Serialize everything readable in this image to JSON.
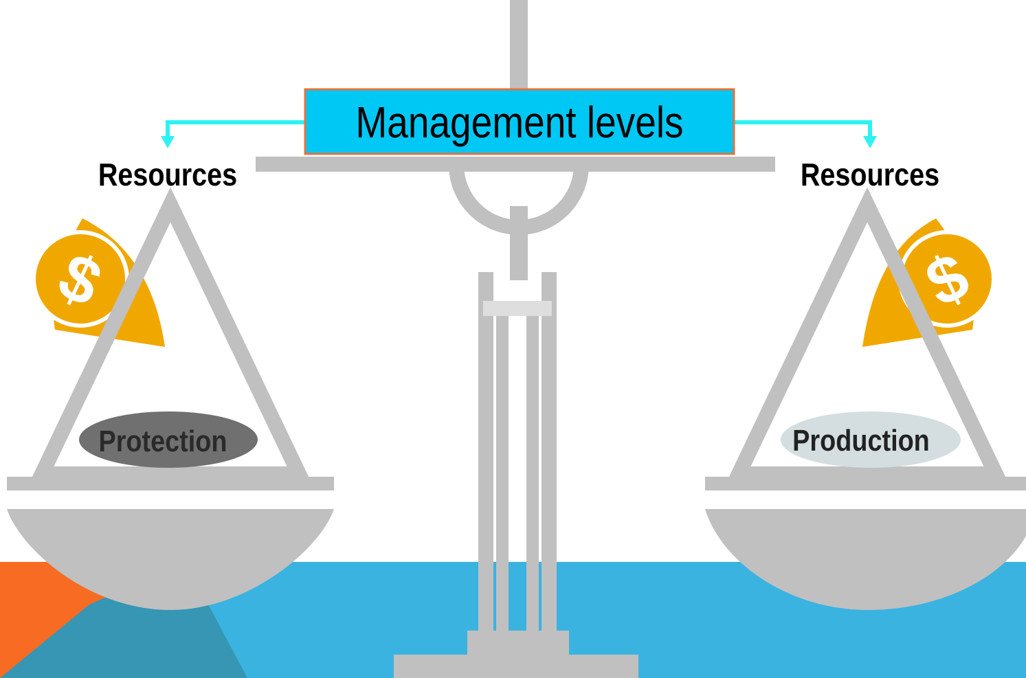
{
  "title": "Management levels",
  "left_pan": {
    "heading": "Resources",
    "label": "Protection"
  },
  "right_pan": {
    "heading": "Resources",
    "label": "Production"
  },
  "icons": {
    "left_bag": "money-bag-icon",
    "right_bag": "money-bag-icon",
    "coin_symbol": "$"
  },
  "colors": {
    "title_fill": "#00c8f5",
    "title_border": "#e8713a",
    "arrow": "#2ef2f2",
    "scale_gray": "#c0c0c0",
    "bag_gold": "#f0a800",
    "protection_fill": "#707070",
    "production_fill": "#d4dee0",
    "water_blue": "#3bb3e0",
    "corner_orange": "#f76c22",
    "corner_teal": "#3696b4"
  }
}
